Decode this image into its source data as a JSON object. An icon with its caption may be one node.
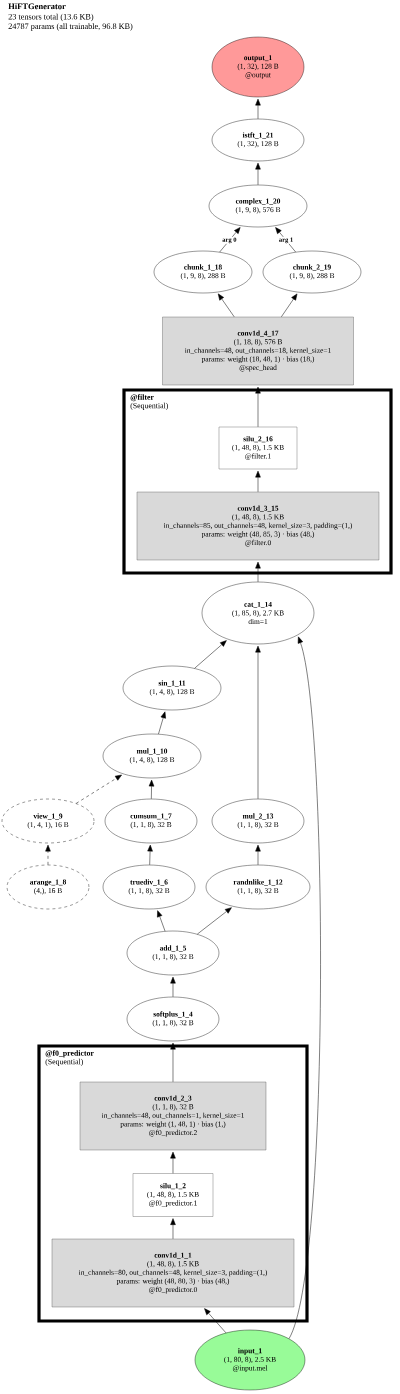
{
  "diagram": {
    "title": "HiFTGenerator",
    "nodes": [
      {
        "text": [
          "output_1",
          "(1, 32), 128 B",
          "@output"
        ]
      },
      {
        "text": [
          "istft_1_21",
          "(1, 32), 128 B"
        ]
      },
      {
        "text": [
          "complex_1_20",
          "(1, 9, 8), 576 B"
        ]
      },
      {
        "text": [
          "chunk_1_18",
          "(1, 9, 8), 288 B"
        ]
      },
      {
        "text": [
          "chunk_2_19",
          "(1, 9, 8), 288 B"
        ]
      },
      {
        "text": [
          "conv1d_4_17",
          "(1, 18, 8), 576 B",
          "in_channels=48, out_channels=18, kernel_size=1",
          "params: weight (18, 48, 1) · bias (18,)",
          "@spec_head"
        ]
      },
      {
        "text": [
          "@filter",
          "(Sequential)"
        ]
      },
      {
        "text": [
          "silu_2_16",
          "(1, 48, 8), 1.5 KB",
          "@filter.1"
        ],
        "in": 6
      },
      {
        "text": [
          "conv1d_3_15",
          "(1, 48, 8), 1.5 KB",
          "in_channels=85, out_channels=48, kernel_size=3, padding=(1,)",
          "params: weight (48, 85, 3) · bias (48,)",
          "@filter.0"
        ],
        "in": 6
      },
      {
        "text": [
          "cat_1_14",
          "(1, 85, 8), 2.7 KB",
          "dim=1"
        ]
      },
      {
        "text": [
          "sin_1_11",
          "(1, 4, 8), 128 B"
        ]
      },
      {
        "text": [
          "mul_1_10",
          "(1, 4, 8), 128 B"
        ]
      },
      {
        "text": [
          "view_1_9",
          "(1, 4, 1), 16 B"
        ]
      },
      {
        "text": [
          "cumsum_1_7",
          "(1, 1, 8), 32 B"
        ]
      },
      {
        "text": [
          "mul_2_13",
          "(1, 1, 8), 32 B"
        ]
      },
      {
        "text": [
          "arange_1_8",
          "(4,), 16 B"
        ]
      },
      {
        "text": [
          "truediv_1_6",
          "(1, 1, 8), 32 B"
        ]
      },
      {
        "text": [
          "randnlike_1_12",
          "(1, 1, 8), 32 B"
        ]
      },
      {
        "text": [
          "add_1_5",
          "(1, 1, 8), 32 B"
        ]
      },
      {
        "text": [
          "softplus_1_4",
          "(1, 1, 8), 32 B"
        ]
      },
      {
        "text": [
          "@f0_predictor",
          "(Sequential)"
        ]
      },
      {
        "text": [
          "conv1d_2_3",
          "(1, 1, 8), 32 B",
          "in_channels=48, out_channels=1, kernel_size=1",
          "params: weight (1, 48, 1) · bias (1,)",
          "@f0_predictor.2"
        ],
        "in": 20
      },
      {
        "text": [
          "silu_1_2",
          "(1, 48, 8), 1.5 KB",
          "@f0_predictor.1"
        ],
        "in": 20
      },
      {
        "text": [
          "conv1d_1_1",
          "(1, 48, 8), 1.5 KB",
          "in_channels=80, out_channels=48, kernel_size=3, padding=(1,)",
          "params: weight (48, 80, 3) · bias (48,)",
          "@f0_predictor.0"
        ],
        "in": 20
      },
      {
        "text": [
          "input_1",
          "(1, 80, 8), 2.5 KB",
          "@input.mel"
        ]
      }
    ],
    "edges": [
      {
        "from": 1,
        "to": 0,
        "arrow": "to"
      },
      {
        "from": 2,
        "to": 1,
        "arrow": "to"
      },
      {
        "from": 3,
        "to": 2,
        "arrow": "to",
        "label": "arg 0"
      },
      {
        "from": 4,
        "to": 2,
        "arrow": "to",
        "label": "arg 1"
      },
      {
        "from": 5,
        "to": 3,
        "arrow": "to"
      },
      {
        "from": 5,
        "to": 4,
        "arrow": "to"
      },
      {
        "from": 7,
        "to": 5,
        "arrow": "to"
      },
      {
        "from": 8,
        "to": 7,
        "arrow": "to"
      },
      {
        "from": 9,
        "to": 8,
        "arrow": "to"
      },
      {
        "from": 10,
        "to": 9,
        "arrow": "to"
      },
      {
        "from": 14,
        "to": 9,
        "arrow": "to"
      },
      {
        "from": 24,
        "to": 9,
        "arrow": "to"
      },
      {
        "from": 11,
        "to": 10,
        "arrow": "to"
      },
      {
        "from": 12,
        "to": 11,
        "arrow": "to",
        "style": "dashed"
      },
      {
        "from": 13,
        "to": 11,
        "arrow": "to"
      },
      {
        "from": 15,
        "to": 12,
        "arrow": "to",
        "style": "dashed"
      },
      {
        "from": 16,
        "to": 13,
        "arrow": "to"
      },
      {
        "from": 17,
        "to": 14,
        "arrow": "to"
      },
      {
        "from": 18,
        "to": 16,
        "arrow": "to"
      },
      {
        "from": 18,
        "to": 17,
        "arrow": "to"
      },
      {
        "from": 19,
        "to": 18,
        "arrow": "to"
      },
      {
        "from": 21,
        "to": 19,
        "arrow": "to"
      },
      {
        "from": 22,
        "to": 21,
        "arrow": "to"
      },
      {
        "from": 23,
        "to": 22,
        "arrow": "to"
      },
      {
        "from": 24,
        "to": 23,
        "arrow": "to"
      }
    ],
    "labels": [
      "23 tensors total (13.6 KB)",
      "24787 params (all trainable, 96.8 KB)"
    ]
  }
}
